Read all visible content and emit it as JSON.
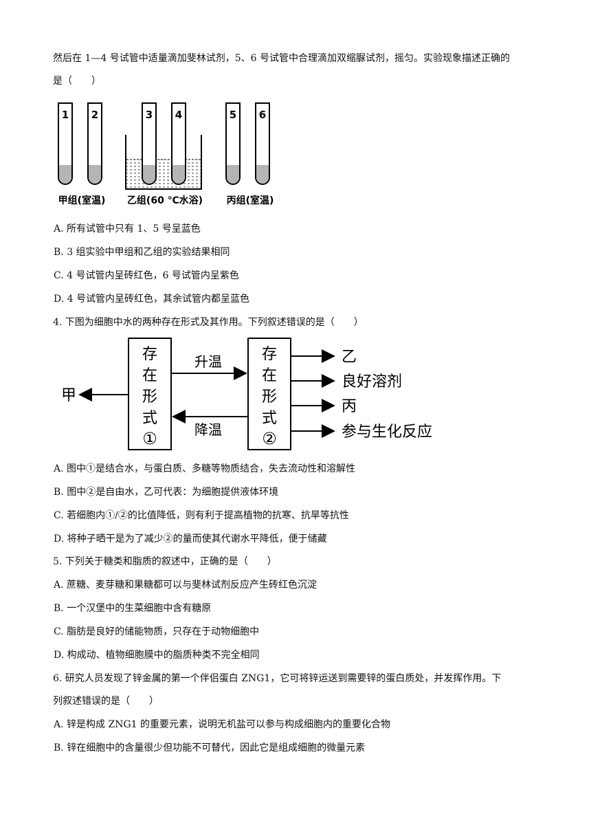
{
  "q3": {
    "stem_line1": "然后在 1—4 号试管中适量滴加斐林试剂，5、6 号试管中合理滴加双缩脲试剂，摇匀。实验现象描述正确的",
    "stem_line2": "是（　　）",
    "figure": {
      "tube_numbers": [
        "1",
        "2",
        "3",
        "4",
        "5",
        "6"
      ],
      "group_labels": [
        "甲组(室温)",
        "乙组(60 ℃水浴)",
        "丙组(室温)"
      ]
    },
    "options": [
      "A. 所有试管中只有 1、5 号呈蓝色",
      "B. 3 组实验中甲组和乙组的实验结果相同",
      "C. 4 号试管内呈砖红色，6 号试管内呈紫色",
      "D. 4 号试管内呈砖红色，其余试管内都呈蓝色"
    ]
  },
  "q4": {
    "stem": "4. 下图为细胞中水的两种存在形式及其作用。下列叙述错误的是（　　）",
    "figure": {
      "box1": [
        "存",
        "在",
        "形",
        "式",
        "①"
      ],
      "box2": [
        "存",
        "在",
        "形",
        "式",
        "②"
      ],
      "arrow_up": "升温",
      "arrow_down": "降温",
      "left_output": "甲",
      "right_outputs": [
        "乙",
        "良好溶剂",
        "丙",
        "参与生化反应"
      ]
    },
    "options": [
      "A. 图中①是结合水，与蛋白质、多糖等物质结合，失去流动性和溶解性",
      "B. 图中②是自由水，乙可代表：为细胞提供液体环境",
      "C. 若细胞内①/②的比值降低，则有利于提高植物的抗寒、抗旱等抗性",
      "D. 将种子晒干是为了减少②的量而使其代谢水平降低，便于储藏"
    ]
  },
  "q5": {
    "stem": "5. 下列关于糖类和脂质的叙述中，正确的是（　　）",
    "options": [
      "A. 蔗糖、麦芽糖和果糖都可以与斐林试剂反应产生砖红色沉淀",
      "B. 一个汉堡中的生菜细胞中含有糖原",
      "C. 脂肪是良好的储能物质，只存在于动物细胞中",
      "D. 构成动、植物细胞膜中的脂质种类不完全相同"
    ]
  },
  "q6": {
    "stem_line1": "6. 研究人员发现了锌金属的第一个伴侣蛋白 ZNG1，它可将锌运送到需要锌的蛋白质处，并发挥作用。下",
    "stem_line2": "列叙述错误的是（　　）",
    "options": [
      "A. 锌是构成 ZNG1 的重要元素，说明无机盐可以参与构成细胞内的重要化合物",
      "B. 锌在细胞中的含量很少但功能不可替代，因此它是组成细胞的微量元素"
    ]
  }
}
